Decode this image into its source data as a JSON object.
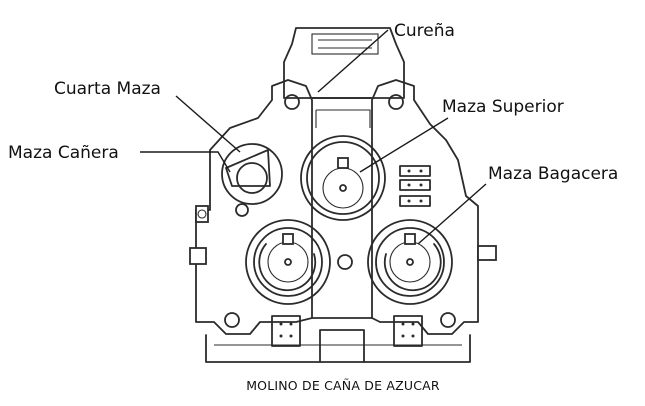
{
  "labels": {
    "curena": "Cureña",
    "cuarta_maza": "Cuarta Maza",
    "maza_superior": "Maza Superior",
    "maza_canera": "Maza Cañera",
    "maza_bagacera": "Maza Bagacera"
  },
  "caption": "MOLINO DE CAÑA DE AZUCAR"
}
